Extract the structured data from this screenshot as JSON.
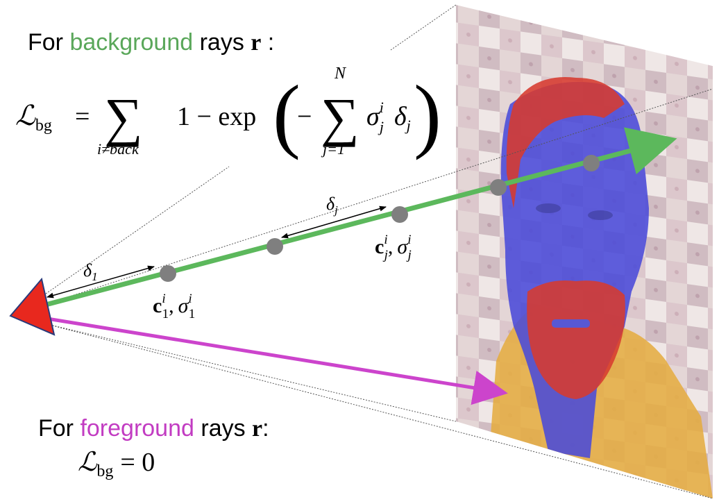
{
  "colors": {
    "background_ray": "#5cb85c",
    "foreground_ray": "#cc44cc",
    "camera": "#e8281e",
    "camera_edge": "#2a3a7a",
    "sample_point": "#7f7f7f",
    "background_word": "#5aa75a",
    "foreground_word": "#c23cc2",
    "segment_head": "#3b3bd6",
    "segment_hair": "#d42a1e",
    "segment_clothes": "#e3a632"
  },
  "background_title": {
    "prefix": "For ",
    "keyword": "background",
    "middle": " rays ",
    "symbol": "r",
    "suffix": " :"
  },
  "foreground_title": {
    "prefix": "For ",
    "keyword": "foreground",
    "middle": " rays ",
    "symbol": "r",
    "suffix": ":"
  },
  "loss_bg": {
    "lhs_symbol": "ℒ",
    "lhs_subscript": "bg",
    "equals": "=",
    "sum_symbol": "∑",
    "sum_lower": "i≠back",
    "one_minus": "1 − exp",
    "paren_open": "(",
    "paren_close": ")",
    "minus": "−",
    "inner_sum_symbol": "∑",
    "inner_sum_upper": "N",
    "inner_sum_lower": "j=1",
    "sigma": "σ",
    "sigma_sup": "i",
    "sigma_sub": "j",
    "delta": "δ",
    "delta_sub": "j"
  },
  "loss_fg": {
    "lhs_symbol": "ℒ",
    "lhs_subscript": "bg",
    "equals": "= 0"
  },
  "ray_labels": {
    "delta_1": "δ",
    "delta_1_sub": "1",
    "delta_j": "δ",
    "delta_j_sub": "j",
    "sample_1_c": "c",
    "sample_1_sup": "i",
    "sample_1_sub": "1",
    "sample_1_sigma": "σ",
    "sample_j_c": "c",
    "sample_j_sup": "i",
    "sample_j_sub": "j",
    "sample_j_sigma": "σ",
    "comma": ","
  }
}
